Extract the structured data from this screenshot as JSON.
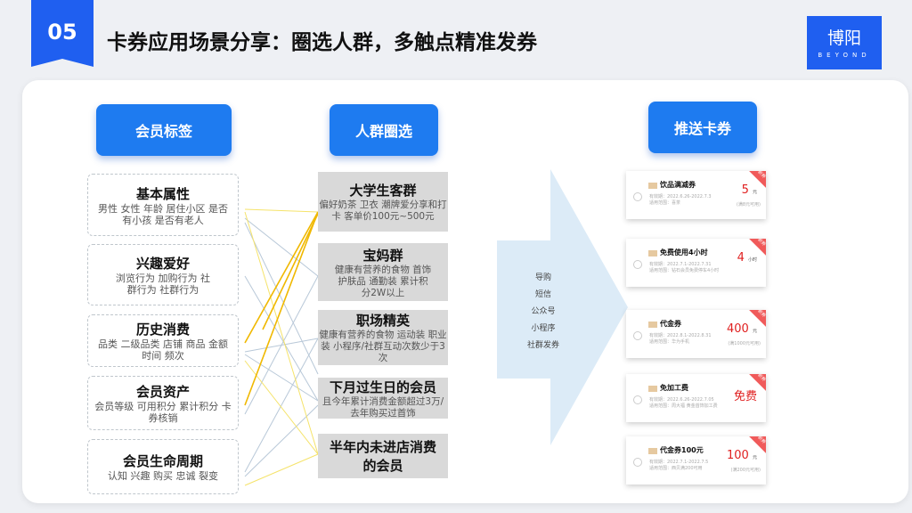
{
  "slide": {
    "number": "05",
    "title": "卡券应用场景分享：圈选人群，多触点精准发券"
  },
  "logo": {
    "name": "博阳",
    "sub": "BEYOND",
    "color": "#1f5ff0"
  },
  "headers": {
    "tags": "会员标签",
    "crowd": "人群圈选",
    "push": "推送卡券"
  },
  "tags": [
    {
      "title": "基本属性",
      "desc": "男性 女性 年龄 居住小区 是否有小孩 是否有老人"
    },
    {
      "title": "兴趣爱好",
      "desc": "浏览行为 加购行为 社群行为 社群行为"
    },
    {
      "title": "历史消费",
      "desc": "品类 二级品类 店铺 商品 金额 时间 频次"
    },
    {
      "title": "会员资产",
      "desc": "会员等级 可用积分 累计积分 卡券核销"
    },
    {
      "title": "会员生命周期",
      "desc": "认知 兴趣 购买 忠诚 裂变"
    }
  ],
  "crowds": [
    {
      "title": "大学生客群",
      "desc": "偏好奶茶 卫衣 潮牌爱分享和打卡 客单价100元~500元"
    },
    {
      "title": "宝妈群",
      "desc": "健康有营养的食物 首饰 护肤品 通勤装 累计积分2W以上"
    },
    {
      "title": "职场精英",
      "desc": "健康有营养的食物 运动装 职业装 小程序/社群互动次数少于3次"
    },
    {
      "title": "下月过生日的会员",
      "desc": "且今年累计消费金额超过3万/去年购买过首饰"
    },
    {
      "title": "半年内未进店消费的会员",
      "desc": ""
    }
  ],
  "channels": [
    "导购",
    "短信",
    "公众号",
    "小程序",
    "社群发券"
  ],
  "coupons": [
    {
      "name": "饮品满减券",
      "validity": "有效期：2022.6.26-2022.7.3",
      "scope": "适用范围：喜茶",
      "value": "5",
      "unit": "元",
      "cond": "(满8元可用)",
      "badge": "新券"
    },
    {
      "name": "免费使用4小时",
      "validity": "有效期：2022.7.1-2022.7.31",
      "scope": "适用范围：钻石会员免费停车4小时",
      "value": "4",
      "unit": "小时",
      "cond": "",
      "badge": "新券"
    },
    {
      "name": "代金券",
      "validity": "有效期：2022.8.1-2022.8.31",
      "scope": "适用范围：华为手机",
      "value": "400",
      "unit": "元",
      "cond": "(满1000元可用)",
      "badge": "新券"
    },
    {
      "name": "免加工费",
      "validity": "有效期：2022.6.26-2022.7.05",
      "scope": "适用范围：周大福 黄金首饰加工费",
      "value": "免费",
      "unit": "",
      "cond": "",
      "badge": "新券"
    },
    {
      "name": "代金券100元",
      "validity": "有效期：2022.7.1-2022.7.5",
      "scope": "适用范围：西贝满200可用",
      "value": "100",
      "unit": "元",
      "cond": "(满200元可用)",
      "badge": "新券"
    }
  ],
  "colors": {
    "accent": "#1e7bf0",
    "link_yellow": "#f5c518",
    "link_gray": "#b8c8d8",
    "coupon_red": "#e02020"
  }
}
